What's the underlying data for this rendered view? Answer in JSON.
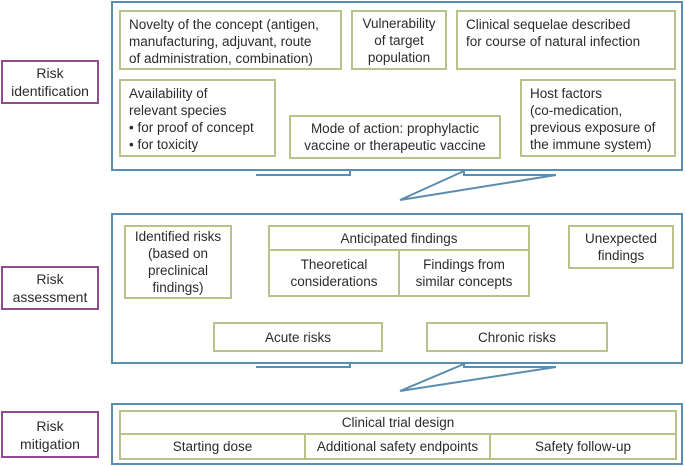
{
  "colors": {
    "stage_border": "#5b8eae",
    "label_border": "#8e4b8e",
    "box_border": "#b9c28a"
  },
  "labels": {
    "identification": "Risk\nidentification",
    "assessment": "Risk\nassessment",
    "mitigation": "Risk\nmitigation"
  },
  "identification": {
    "novelty": "Novelty of the concept (antigen,\nmanufacturing, adjuvant, route\nof administration, combination)",
    "vulnerability": "Vulnerability\nof target\npopulation",
    "sequelae": "Clinical sequelae described\nfor course of natural infection",
    "species_title": "Availability of\nrelevant species",
    "species_items": [
      "for proof of concept",
      "for toxicity"
    ],
    "mode_of_action": "Mode of action: prophylactic\nvaccine or therapeutic vaccine",
    "host_factors": "Host factors\n(co-medication,\nprevious exposure of\nthe immune system)"
  },
  "assessment": {
    "identified": "Identified risks\n(based on\npreclinical\nfindings)",
    "anticipated": "Anticipated findings",
    "theoretical": "Theoretical\nconsiderations",
    "similar": "Findings from\nsimilar concepts",
    "unexpected": "Unexpected\nfindings",
    "acute": "Acute risks",
    "chronic": "Chronic risks"
  },
  "mitigation": {
    "trial_design": "Clinical trial design",
    "starting_dose": "Starting dose",
    "endpoints": "Additional safety endpoints",
    "follow_up": "Safety follow-up"
  }
}
